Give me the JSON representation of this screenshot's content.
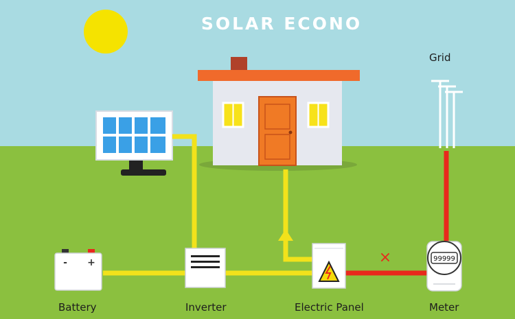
{
  "title": "SOLAR ECONO",
  "labels": {
    "grid": "Grid",
    "battery": "Battery",
    "inverter": "Inverter",
    "electric_panel": "Electric Panel",
    "meter": "Meter"
  },
  "meter_reading": "99999",
  "battery_terminals": {
    "negative": "-",
    "positive": "+"
  },
  "blocked_marker": "×",
  "colors": {
    "sky": "#a9dbe2",
    "grass": "#8bc03f",
    "sun": "#f5e300",
    "solar_wire": "#f2e21b",
    "grid_wire": "#e8291c",
    "roof": "#f06a2b",
    "door": "#f07a25",
    "panel_cell": "#3aa0e6",
    "window": "#f7e21a"
  }
}
